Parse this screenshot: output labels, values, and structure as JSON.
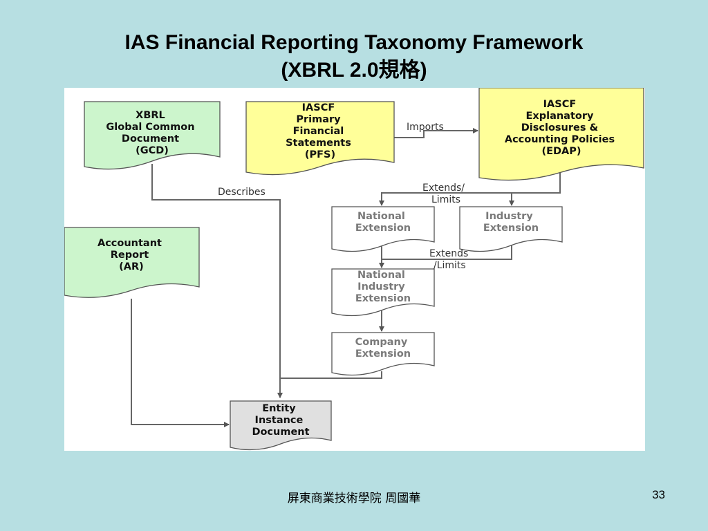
{
  "slide": {
    "title_line1": "IAS Financial Reporting Taxonomy Framework",
    "title_line2": "(XBRL 2.0規格)",
    "footer_text": "屏東商業技術學院  周國華",
    "page_number": "33"
  },
  "colors": {
    "background": "#b7dfe2",
    "green_doc": "#ccf5cc",
    "yellow_doc": "#ffff99",
    "white_doc": "#ffffff",
    "gray_doc": "#e0e0e0",
    "line": "#666666"
  },
  "diagram": {
    "nodes": {
      "gcd": [
        "XBRL",
        "Global Common",
        "Document",
        "(GCD)"
      ],
      "pfs": [
        "IASCF",
        "Primary",
        "Financial",
        "Statements",
        "(PFS)"
      ],
      "edap": [
        "IASCF",
        "Explanatory",
        "Disclosures &",
        "Accounting Policies",
        "(EDAP)"
      ],
      "national": [
        "National",
        "Extension"
      ],
      "industry": [
        "Industry",
        "Extension"
      ],
      "national_industry": [
        "National",
        "Industry",
        "Extension"
      ],
      "company": [
        "Company",
        "Extension"
      ],
      "ar": [
        "Accountant",
        "Report",
        "(AR)"
      ],
      "entity": [
        "Entity",
        "Instance",
        "Document"
      ]
    },
    "labels": {
      "imports": "Imports",
      "describes": "Describes",
      "extends_limits_1_line1": "Extends/",
      "extends_limits_1_line2": "Limits",
      "extends_limits_2_line1": "Extends",
      "extends_limits_2_line2": "/Limits"
    }
  }
}
